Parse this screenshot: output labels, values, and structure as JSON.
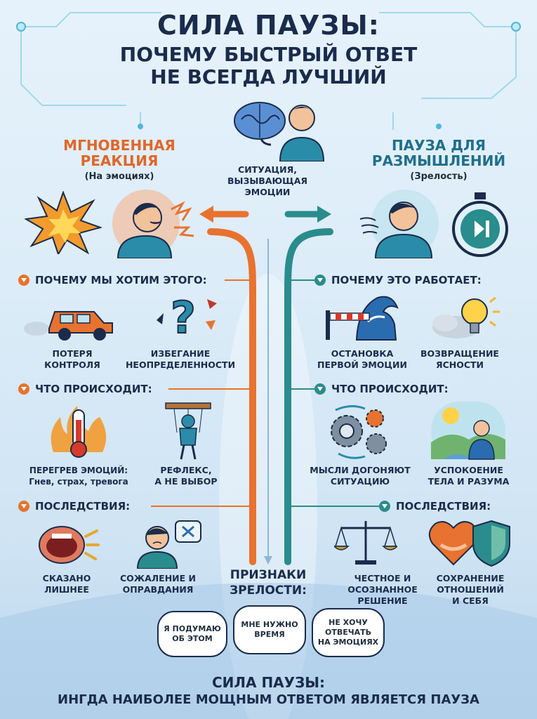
{
  "title": {
    "line1": "СИЛА ПАУЗЫ:",
    "line2": "ПОЧЕМУ БЫСТРЫЙ ОТВЕТ",
    "line3": "НЕ ВСЕГДА ЛУЧШИЙ"
  },
  "center": {
    "situation": "СИТУАЦИЯ,\nВЫЗЫВАЮЩАЯ\nЭМОЦИИ",
    "maturity": "ПРИЗНАКИ\nЗРЕЛОСТИ:"
  },
  "left": {
    "heading": "МГНОВЕННАЯ\nРЕАКЦИЯ",
    "subheading": "(На эмоциях)",
    "sections": [
      {
        "title": "ПОЧЕМУ МЫ ХОТИМ ЭТОГО:",
        "items": [
          "ПОТЕРЯ\nКОНТРОЛЯ",
          "ИЗБЕГАНИЕ\nНЕОПРЕДЕЛЕННОСТИ"
        ]
      },
      {
        "title": "ЧТО ПРОИСХОДИТ:",
        "items": [
          "ПЕРЕГРЕВ ЭМОЦИЙ:\nГнев, страх, тревога",
          "РЕФЛЕКС,\nА НЕ ВЫБОР"
        ]
      },
      {
        "title": "ПОСЛЕДСТВИЯ:",
        "items": [
          "СКАЗАНО\nЛИШНЕЕ",
          "СОЖАЛЕНИЕ И\nОПРАВДАНИЯ"
        ]
      }
    ]
  },
  "right": {
    "heading": "ПАУЗА ДЛЯ\nРАЗМЫШЛЕНИЙ",
    "subheading": "(Зрелость)",
    "sections": [
      {
        "title": "ПОЧЕМУ ЭТО РАБОТАЕТ:",
        "items": [
          "ОСТАНОВКА\nПЕРВОЙ ЭМОЦИИ",
          "ВОЗВРАЩЕНИЕ\nЯСНОСТИ"
        ]
      },
      {
        "title": "ЧТО ПРОИСХОДИТ:",
        "items": [
          "МЫСЛИ ДОГОНЯЮТ\nСИТУАЦИЮ",
          "УСПОКОЕНИЕ\nТЕЛА И РАЗУМА"
        ]
      },
      {
        "title": "ПОСЛЕДСТВИЯ:",
        "items": [
          "ЧЕСТНОЕ И\nОСОЗНАННОЕ\nРЕШЕНИЕ",
          "СОХРАНЕНИЕ\nОТНОШЕНИЙ\nИ СЕБЯ"
        ]
      }
    ]
  },
  "bubbles": [
    "Я ПОДУМАЮ\nОБ ЭТОМ",
    "МНЕ НУЖНО\nВРЕМЯ",
    "НЕ ХОЧУ\nОТВЕЧАТЬ\nНА ЭМОЦИЯХ"
  ],
  "footer": {
    "line1": "СИЛА ПАУЗЫ:",
    "line2": "ИНГДА НАИБОЛЕЕ МОЩНЫМ ОТВЕТОМ ЯВЛЯЕТСЯ ПАУЗА"
  },
  "colors": {
    "orange": "#e8722f",
    "teal": "#2a8c8c",
    "navy": "#1a2b4c"
  },
  "icons": [
    "brain-icon",
    "person-icon",
    "explosion-icon",
    "angry-person-icon",
    "calm-person-icon",
    "stopwatch-icon",
    "car-icon",
    "question-icon",
    "barrier-wave-icon",
    "lightbulb-icon",
    "thermometer-icon",
    "puppet-icon",
    "gears-icon",
    "landscape-person-icon",
    "mouth-icon",
    "sad-person-icon",
    "scales-icon",
    "heart-shield-icon"
  ]
}
